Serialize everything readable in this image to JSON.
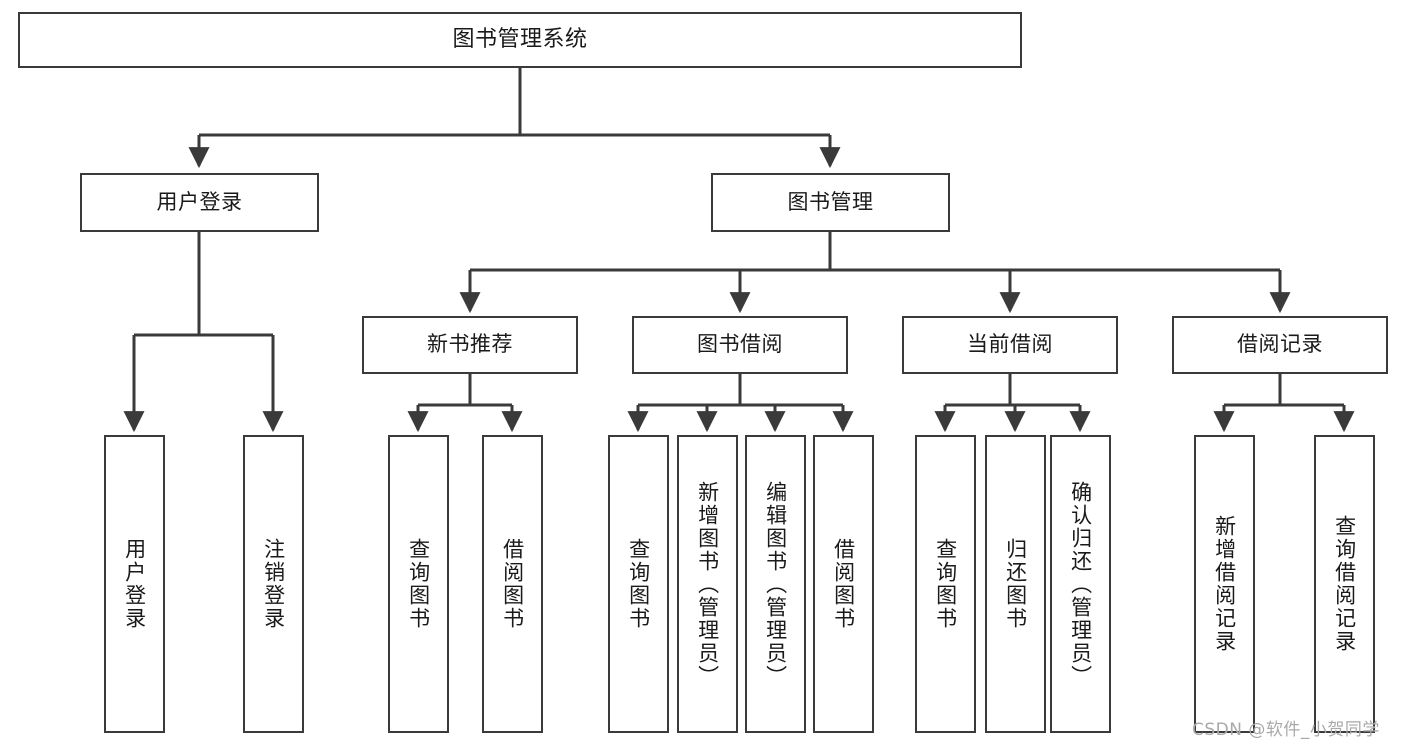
{
  "diagram": {
    "title": "图书管理系统",
    "type": "hierarchy-tree",
    "watermark": "CSDN @软件_小贺同学",
    "colors": {
      "box_border": "#3a3a3a",
      "box_fill": "#ffffff",
      "edge": "#3a3a3a",
      "text": "#1a1a1a",
      "watermark": "#a9a9a9"
    },
    "nodes": {
      "root": {
        "label": "图书管理系统"
      },
      "level1": [
        {
          "label": "用户登录"
        },
        {
          "label": "图书管理"
        }
      ],
      "level2": [
        {
          "label": "新书推荐"
        },
        {
          "label": "图书借阅"
        },
        {
          "label": "当前借阅"
        },
        {
          "label": "借阅记录"
        }
      ],
      "leaves": {
        "user_login": [
          {
            "label": "用户登录"
          },
          {
            "label": "注销登录"
          }
        ],
        "new_book_recommend": [
          {
            "label": "查询图书"
          },
          {
            "label": "借阅图书"
          }
        ],
        "book_borrow": [
          {
            "label": "查询图书"
          },
          {
            "label": "新增图书（管理员）"
          },
          {
            "label": "编辑图书（管理员）"
          },
          {
            "label": "借阅图书"
          }
        ],
        "current_borrow": [
          {
            "label": "查询图书"
          },
          {
            "label": "归还图书"
          },
          {
            "label": "确认归还（管理员）"
          }
        ],
        "borrow_record": [
          {
            "label": "新增借阅记录"
          },
          {
            "label": "查询借阅记录"
          }
        ]
      }
    }
  }
}
